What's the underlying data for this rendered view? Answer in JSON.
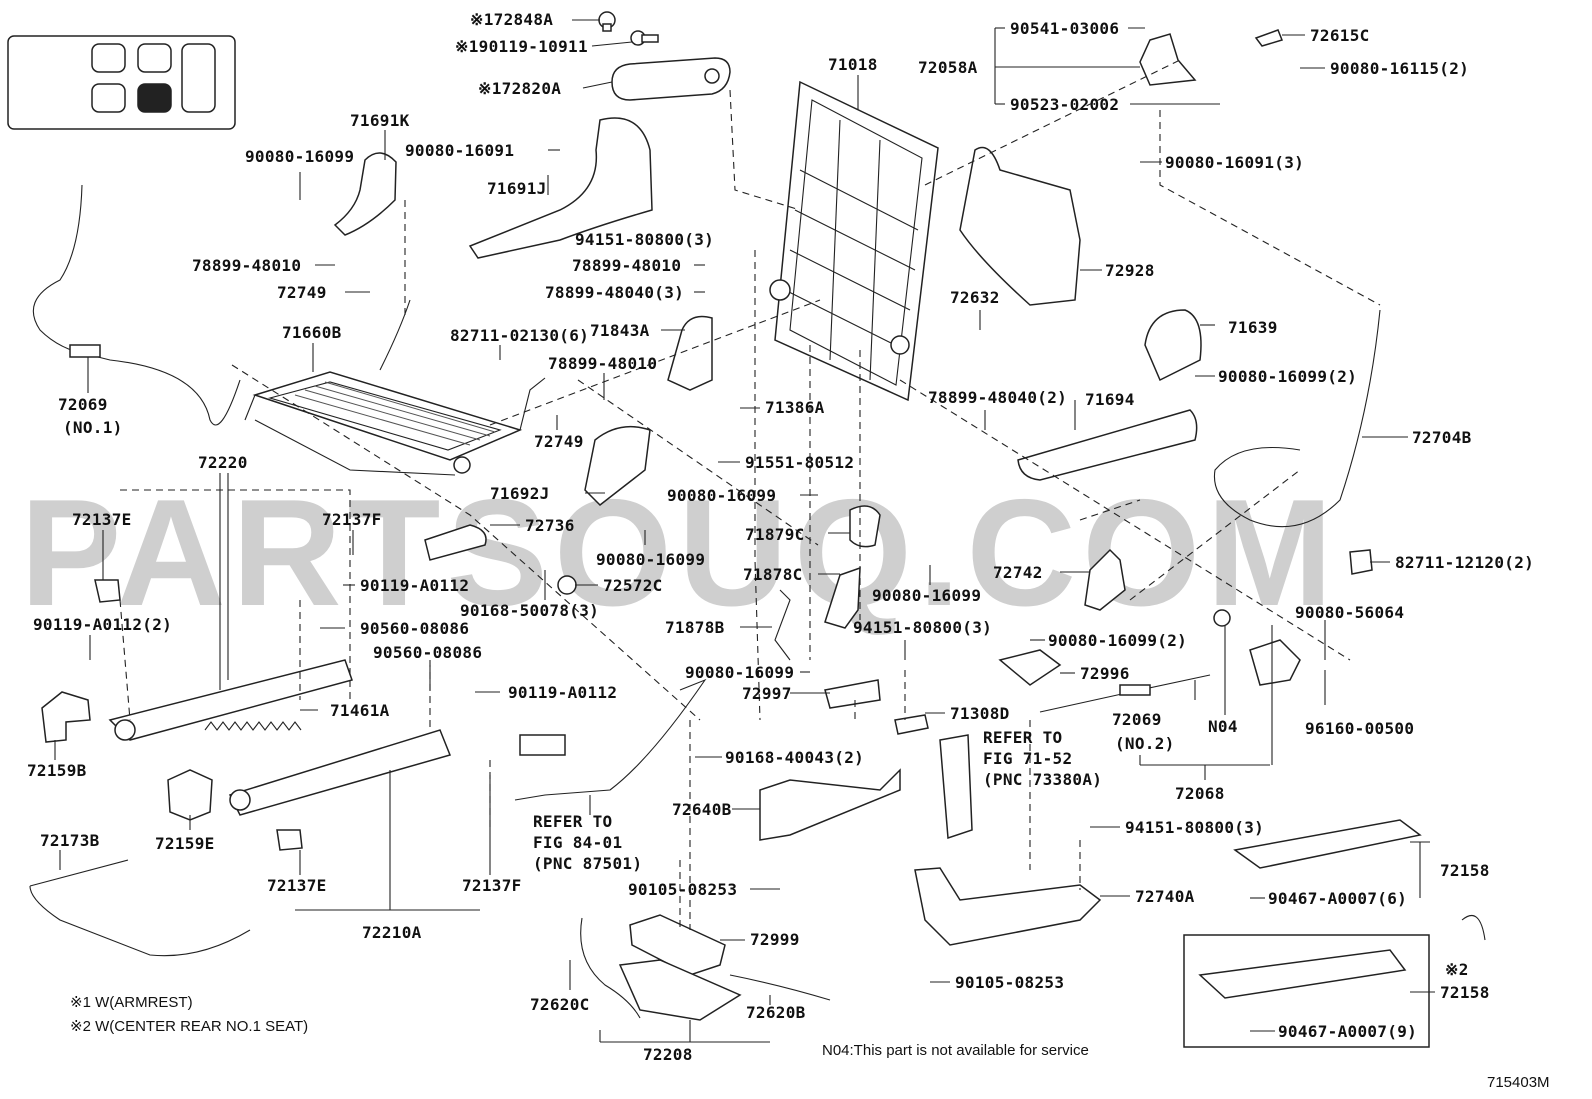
{
  "watermark": "PARTSOUQ.COM",
  "labels": {
    "p172848A": "※172848A",
    "p190119": "※190119-10911",
    "p172820A": "※172820A",
    "p71018": "71018",
    "p72058A": "72058A",
    "p90541": "90541-03006",
    "p72615C": "72615C",
    "p90080_16115": "90080-16115(2)",
    "p90523": "90523-02002",
    "p71691K": "71691K",
    "p90080_16099a": "90080-16099",
    "p90080_16091a": "90080-16091",
    "p90080_16091b": "90080-16091(3)",
    "p71691J": "71691J",
    "p94151a": "94151-80800(3)",
    "p78899_48010a": "78899-48010",
    "p78899_48010b": "78899-48010",
    "p78899_48040a": "78899-48040(3)",
    "p72749a": "72749",
    "p72928": "72928",
    "p72632": "72632",
    "p71660B": "71660B",
    "p82711_02130": "82711-02130(6)",
    "p71843A": "71843A",
    "p71639": "71639",
    "p78899_48010c": "78899-48010",
    "p90080_16099b": "90080-16099(2)",
    "p72069a": "72069",
    "p72069a_sub": "(NO.1)",
    "p72749b": "72749",
    "p71386A": "71386A",
    "p78899_48040b": "78899-48040(2)",
    "p71694": "71694",
    "p72704B": "72704B",
    "p72220": "72220",
    "p91551": "91551-80512",
    "p71692J": "71692J",
    "p72137E_a": "72137E",
    "p72137F_a": "72137F",
    "p72736": "72736",
    "p90080_16099c": "90080-16099",
    "p90080_16099d": "90080-16099",
    "p71879C": "71879C",
    "p82711_12120": "82711-12120(2)",
    "p90119_a": "90119-A0112",
    "p72572C": "72572C",
    "p71878C": "71878C",
    "p72742": "72742",
    "p90168_50078": "90168-50078(3)",
    "p90080_16099e": "90080-16099",
    "p90080_56064": "90080-56064",
    "p90119_b": "90119-A0112(2)",
    "p90560_a": "90560-08086",
    "p71878B": "71878B",
    "p94151b": "94151-80800(3)",
    "p90080_16099f": "90080-16099(2)",
    "p90560_b": "90560-08086",
    "p72996": "72996",
    "p90119_c": "90119-A0112",
    "p90080_16099g": "90080-16099",
    "p72997": "72997",
    "p72069b": "72069",
    "p72069b_sub": "(NO.2)",
    "pN04": "N04",
    "p96160": "96160-00500",
    "p71461A": "71461A",
    "p71308D": "71308D",
    "refer1": [
      "REFER TO",
      "FIG 71-52",
      "(PNC 73380A)"
    ],
    "p72159B": "72159B",
    "p90168_40043": "90168-40043(2)",
    "p72068": "72068",
    "p72640B": "72640B",
    "p72173B": "72173B",
    "p72159E": "72159E",
    "refer2": [
      "REFER TO",
      "FIG 84-01",
      "(PNC 87501)"
    ],
    "p94151c": "94151-80800(3)",
    "p72158a": "72158",
    "p72137E_b": "72137E",
    "p72137F_b": "72137F",
    "p90105_a": "90105-08253",
    "p72740A": "72740A",
    "p90467_a": "90467-A0007(6)",
    "p72210A": "72210A",
    "p72999": "72999",
    "p90105_b": "90105-08253",
    "p72620C": "72620C",
    "p72620B": "72620B",
    "p72208": "72208",
    "p72158b": "72158",
    "p72158b_mark": "※2",
    "p90467_b": "90467-A0007(9)"
  },
  "notes": {
    "note1": "※1 W(ARMREST)",
    "note2": "※2 W(CENTER REAR NO.1 SEAT)",
    "n04": "N04:This part is not available for service",
    "code": "715403M"
  }
}
